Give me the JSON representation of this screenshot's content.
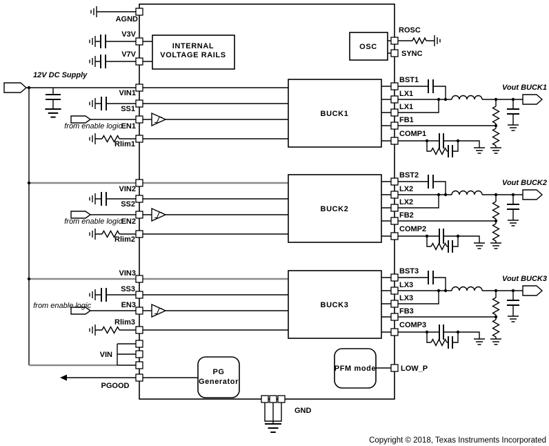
{
  "colors": {
    "wire": "#000000",
    "rail_gray": "#8a8a8a",
    "bg": "#ffffff"
  },
  "top": {
    "agnd": "AGND",
    "v3v": "V3V",
    "v7v": "V7V",
    "internal_rails_line1": "INTERNAL",
    "internal_rails_line2": "VOLTAGE RAILS",
    "osc": "OSC",
    "rosc": "ROSC",
    "sync": "SYNC",
    "supply": "12V DC Supply"
  },
  "channels": [
    {
      "vin": "VIN1",
      "ss": "SS1",
      "en": "EN1",
      "rlim": "Rlim1",
      "enable_note": "from enable logic",
      "block": "BUCK1",
      "bst": "BST1",
      "lx_a": "LX1",
      "lx_b": "LX1",
      "fb": "FB1",
      "comp": "COMP1",
      "vout": "Vout BUCK1"
    },
    {
      "vin": "VIN2",
      "ss": "SS2",
      "en": "EN2",
      "rlim": "Rlim2",
      "enable_note": "from enable logic",
      "block": "BUCK2",
      "bst": "BST2",
      "lx_a": "LX2",
      "lx_b": "LX2",
      "fb": "FB2",
      "comp": "COMP2",
      "vout": "Vout BUCK2"
    },
    {
      "vin": "VIN3",
      "ss": "SS3",
      "en": "EN3",
      "rlim": "Rlim3",
      "enable_note": "from enable logic",
      "block": "BUCK3",
      "bst": "BST3",
      "lx_a": "LX3",
      "lx_b": "LX3",
      "fb": "FB3",
      "comp": "COMP3",
      "vout": "Vout BUCK3"
    }
  ],
  "bottom": {
    "vin": "VIN",
    "pgood": "PGOOD",
    "pg_gen_line1": "PG",
    "pg_gen_line2": "Generator",
    "pfm_mode": "PFM mode",
    "low_p": "LOW_P",
    "gnd": "GND"
  },
  "footer": {
    "copyright": "Copyright © 2018, Texas Instruments Incorporated"
  }
}
